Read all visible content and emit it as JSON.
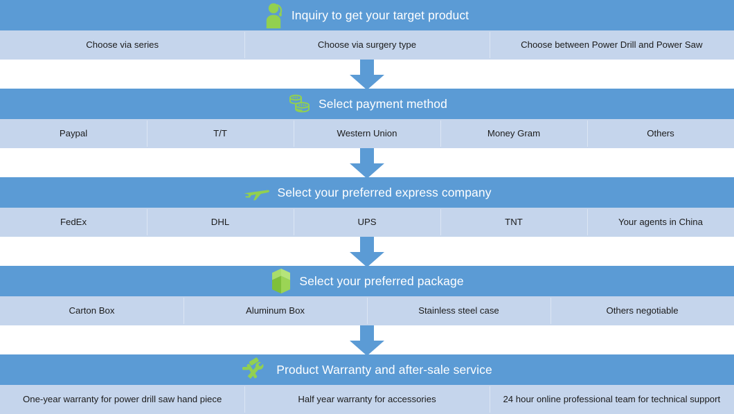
{
  "colors": {
    "header_blue": "#5B9BD5",
    "option_blue": "#C5D5EC",
    "icon_green": "#92D050",
    "header_text": "#FFFFFF",
    "option_text": "#1B1B1B",
    "arrow_blue": "#5B9BD5",
    "page_background": "#FFFFFF"
  },
  "stages": [
    {
      "icon": "person-headset-icon",
      "title": "Inquiry to get your target product",
      "options": [
        "Choose via series",
        "Choose via surgery type",
        "Choose  between Power Drill and Power Saw"
      ]
    },
    {
      "icon": "coins-icon",
      "title": "Select payment method",
      "options": [
        "Paypal",
        "T/T",
        "Western Union",
        "Money Gram",
        "Others"
      ]
    },
    {
      "icon": "airplane-icon",
      "title": "Select your preferred express company",
      "options": [
        "FedEx",
        "DHL",
        "UPS",
        "TNT",
        "Your agents in China"
      ]
    },
    {
      "icon": "package-box-icon",
      "title": "Select your preferred package",
      "options": [
        "Carton Box",
        "Aluminum Box",
        "Stainless steel case",
        "Others negotiable"
      ]
    },
    {
      "icon": "hammer-wrench-icon",
      "title": "Product Warranty and after-sale service",
      "options": [
        "One-year warranty for power drill saw hand piece",
        "Half year warranty for accessories",
        "24 hour online professional team for technical support"
      ]
    }
  ],
  "connectors": [
    {
      "name": "arrow-stage1-to-stage2"
    },
    {
      "name": "arrow-stage2-to-stage3"
    },
    {
      "name": "arrow-stage3-to-stage4"
    },
    {
      "name": "arrow-stage4-to-stage5"
    }
  ]
}
